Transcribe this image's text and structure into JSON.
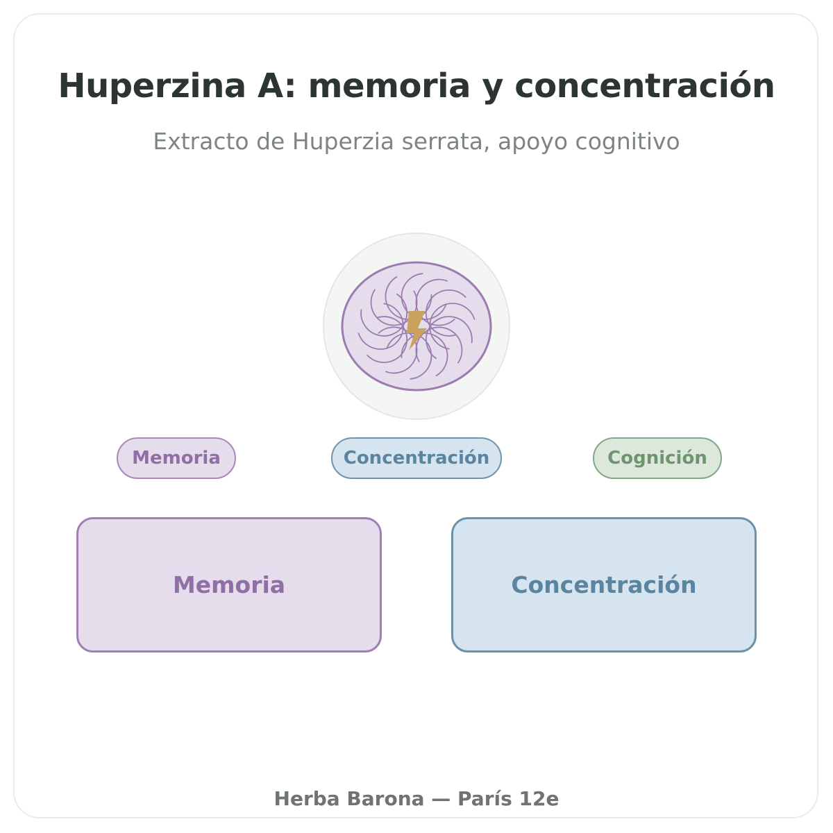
{
  "header": {
    "title": "Huperzina A: memoria y concentración",
    "subtitle": "Extracto de Huperzia serrata, apoyo cognitivo"
  },
  "tags": {
    "memoria": "Memoria",
    "concentracion": "Concentración",
    "cognicion": "Cognición"
  },
  "boxes": {
    "memoria": "Memoria",
    "concentracion": "Concentración"
  },
  "footer": {
    "text": "Herba Barona — París 12e"
  },
  "colors": {
    "purple": "#a080b3",
    "blue": "#6b91ab",
    "green": "#83a784",
    "bolt": "#c9a25e"
  },
  "icons": {
    "emblem": "brain-spiral-icon",
    "center": "lightning-bolt-icon"
  }
}
